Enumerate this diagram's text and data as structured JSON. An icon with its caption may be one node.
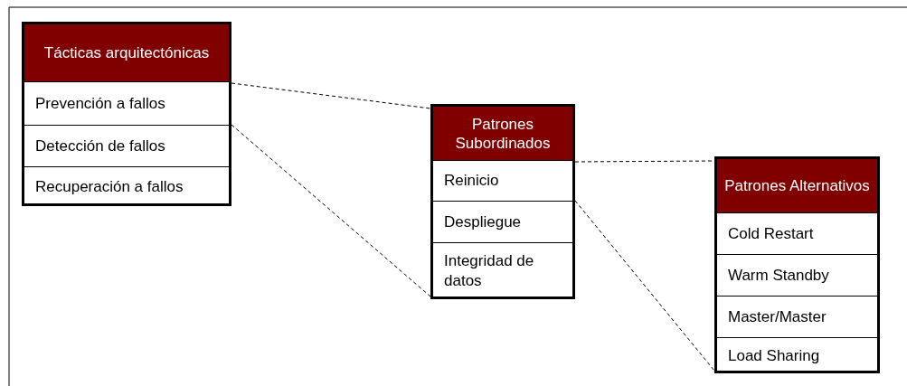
{
  "diagram": {
    "nodes": [
      {
        "text": [
          "Tácticas arquitectónicas"
        ]
      },
      {
        "text": [
          "Prevención a fallos"
        ],
        "in": 0
      },
      {
        "text": [
          "Detección de fallos"
        ],
        "in": 0
      },
      {
        "text": [
          "Recuperación a fallos"
        ],
        "in": 0
      },
      {
        "text": [
          "Patrones Subordinados"
        ]
      },
      {
        "text": [
          "Reinicio"
        ],
        "in": 4
      },
      {
        "text": [
          "Despliegue"
        ],
        "in": 4
      },
      {
        "text": [
          "Integridad de datos"
        ],
        "in": 4
      },
      {
        "text": [
          "Patrones Alternativos"
        ]
      },
      {
        "text": [
          "Cold Restart"
        ],
        "in": 8
      },
      {
        "text": [
          "Warm Standby"
        ],
        "in": 8
      },
      {
        "text": [
          "Master/Master"
        ],
        "in": 8
      },
      {
        "text": [
          "Load Sharing"
        ],
        "in": 8
      }
    ],
    "edges": [
      {
        "from": 1,
        "to": 4,
        "arrow": "none",
        "style": "dashed"
      },
      {
        "from": 1,
        "to": 4,
        "arrow": "none",
        "style": "dashed"
      },
      {
        "from": 5,
        "to": 8,
        "arrow": "none",
        "style": "dashed"
      },
      {
        "from": 5,
        "to": 8,
        "arrow": "none",
        "style": "dashed"
      }
    ]
  }
}
